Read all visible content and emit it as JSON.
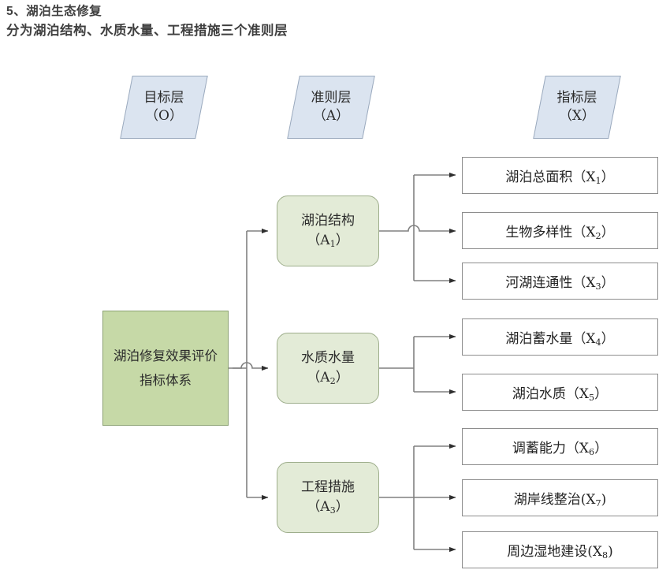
{
  "heading": {
    "line1": "5、湖泊生态修复",
    "line2": "分为湖泊结构、水质水量、工程措施三个准则层"
  },
  "diagram": {
    "type": "hierarchy",
    "title": "湖泊修复效果评价指标体系",
    "layer_headers": [
      {
        "name": "目标层",
        "code": "（O）"
      },
      {
        "name": "准则层",
        "code": "（A）"
      },
      {
        "name": "指标层",
        "code": "（X）"
      }
    ],
    "goal": {
      "id": "O",
      "label": "湖泊修复效果评价指标体系"
    },
    "criteria": [
      {
        "id": "A1",
        "name": "湖泊结构",
        "code_prefix": "（A",
        "code_sub": "1",
        "code_suffix": "）"
      },
      {
        "id": "A2",
        "name": "水质水量",
        "code_prefix": "（A",
        "code_sub": "2",
        "code_suffix": "）"
      },
      {
        "id": "A3",
        "name": "工程措施",
        "code_prefix": "（A",
        "code_sub": "3",
        "code_suffix": "）"
      }
    ],
    "indicators": [
      {
        "id": "X1",
        "parent": "A1",
        "name": "湖泊总面积",
        "code_prefix": "（X",
        "code_sub": "1",
        "code_suffix": "）"
      },
      {
        "id": "X2",
        "parent": "A1",
        "name": "生物多样性",
        "code_prefix": "（X",
        "code_sub": "2",
        "code_suffix": "）"
      },
      {
        "id": "X3",
        "parent": "A1",
        "name": "河湖连通性",
        "code_prefix": "（X",
        "code_sub": "3",
        "code_suffix": "）"
      },
      {
        "id": "X4",
        "parent": "A2",
        "name": "湖泊蓄水量",
        "code_prefix": "（X",
        "code_sub": "4",
        "code_suffix": "）"
      },
      {
        "id": "X5",
        "parent": "A2",
        "name": "湖泊水质",
        "code_prefix": "（X",
        "code_sub": "5",
        "code_suffix": "）"
      },
      {
        "id": "X6",
        "parent": "A3",
        "name": "调蓄能力",
        "code_prefix": "（X",
        "code_sub": "6",
        "code_suffix": "）"
      },
      {
        "id": "X7",
        "parent": "A3",
        "name": "湖岸线整治",
        "code_prefix": "(X",
        "code_sub": "7",
        "code_suffix": ")"
      },
      {
        "id": "X8",
        "parent": "A3",
        "name": "周边湿地建设",
        "code_prefix": "(X",
        "code_sub": "8",
        "code_suffix": ")"
      }
    ],
    "colors": {
      "goal_fill": "#c6d9a7",
      "goal_stroke": "#8ba173",
      "criterion_fill": "#e3ebd7",
      "criterion_stroke": "#9eae8c",
      "indicator_fill": "#ffffff",
      "indicator_stroke": "#8d8d8d",
      "layer_header_fill": "#dbe4f0",
      "layer_header_stroke": "#9aa9bd",
      "connector": "#808080",
      "heading_text": "#3f3f3f"
    }
  }
}
